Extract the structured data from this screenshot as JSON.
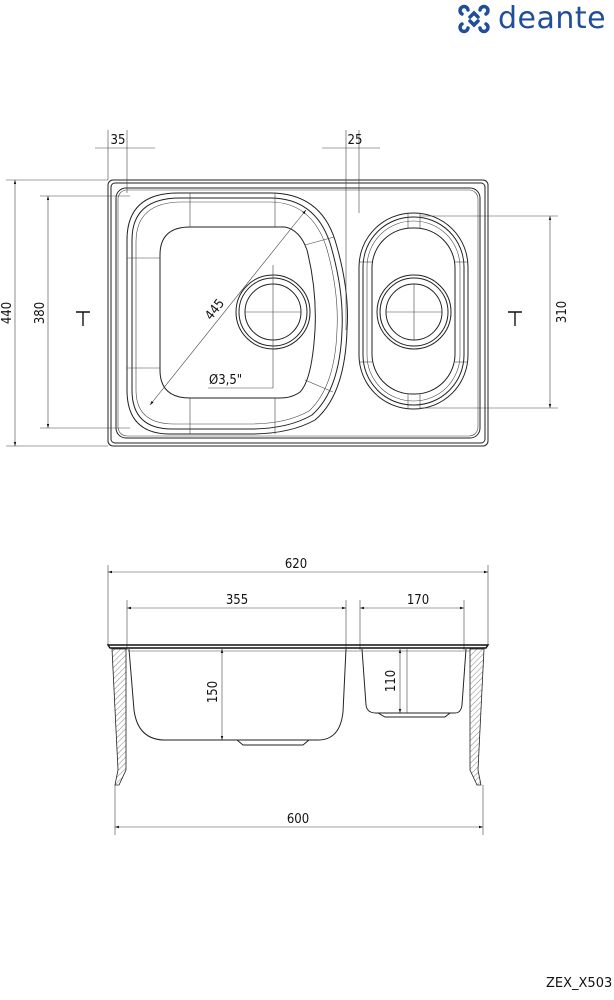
{
  "brand": {
    "name": "deante",
    "color": "#1f4e9a"
  },
  "top_view": {
    "dims": {
      "overall_depth": "440",
      "bowl_depth": "380",
      "small_bowl_depth": "310",
      "edge_offset": "35",
      "gap": "25",
      "diagonal": "445",
      "drain": "Ø3,5\""
    }
  },
  "side_view": {
    "dims": {
      "overall_width": "620",
      "large_bowl_width": "355",
      "small_bowl_width": "170",
      "large_bowl_height": "150",
      "small_bowl_height": "110",
      "cutout_width": "600"
    }
  },
  "model_code": "ZEX_X503"
}
